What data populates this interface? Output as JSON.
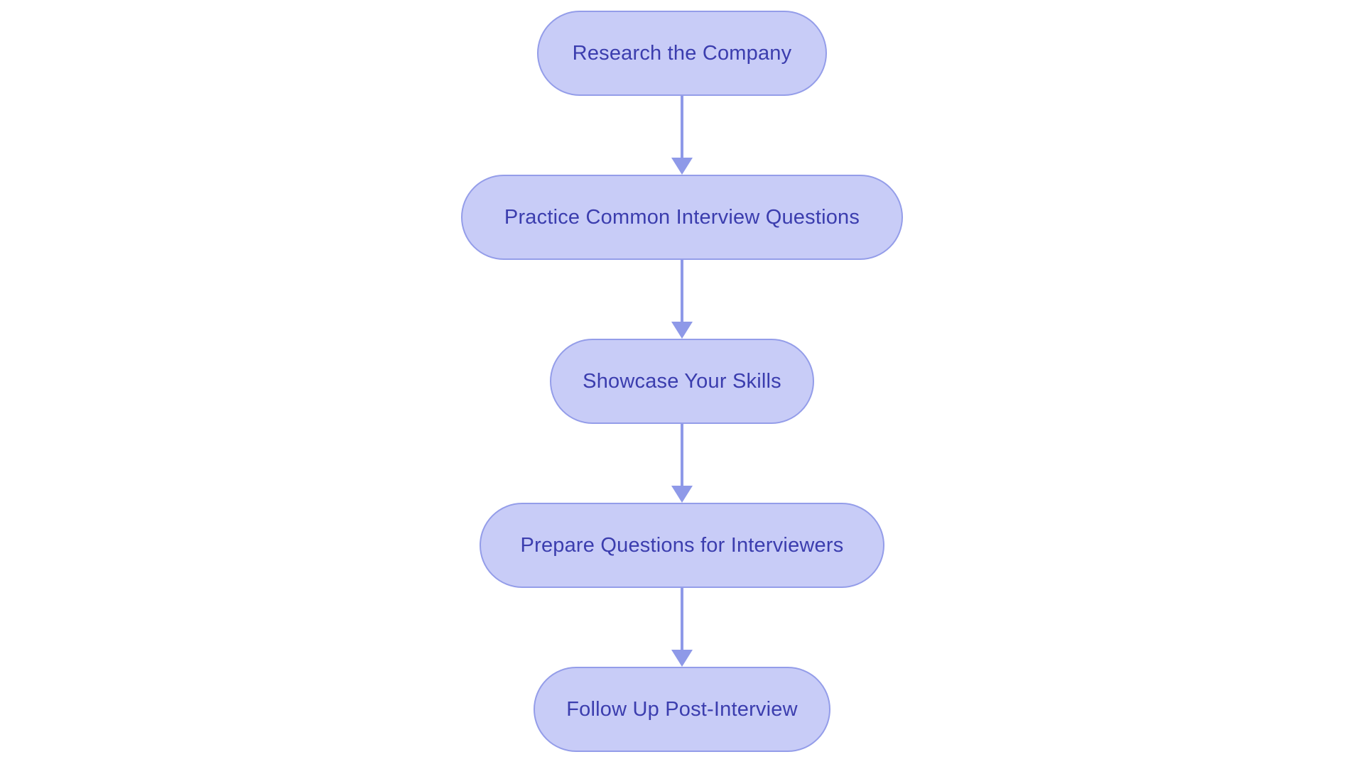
{
  "page": {
    "background_color": "#ffffff"
  },
  "flowchart": {
    "type": "flowchart",
    "direction": "top-down",
    "colors": {
      "node_fill": "#c8ccf7",
      "node_border": "#949de9",
      "node_text": "#3b3dae",
      "arrow": "#8e99e8"
    },
    "nodes": [
      {
        "label": "Research the Company"
      },
      {
        "label": "Practice Common Interview Questions"
      },
      {
        "label": "Showcase Your Skills"
      },
      {
        "label": "Prepare Questions for Interviewers"
      },
      {
        "label": "Follow Up Post-Interview"
      }
    ],
    "edges": [
      {
        "from": 0,
        "to": 1
      },
      {
        "from": 1,
        "to": 2
      },
      {
        "from": 2,
        "to": 3
      },
      {
        "from": 3,
        "to": 4
      }
    ]
  }
}
